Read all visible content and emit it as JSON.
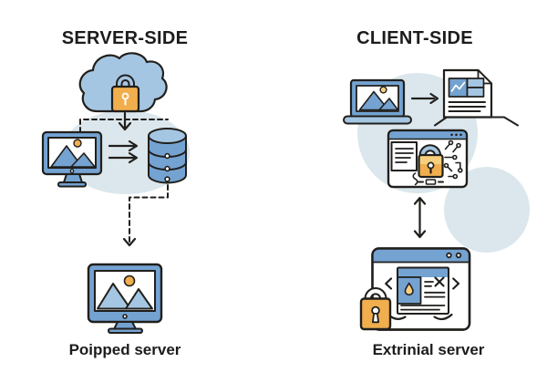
{
  "left_panel": {
    "title": "SERVER-SIDE",
    "caption": "Poipped server",
    "icons": [
      "locked-cloud-icon",
      "padlock-icon",
      "download-arrow-icon",
      "image-monitor-icon",
      "transfer-arrows-icon",
      "database-icon",
      "dashed-flow-connector",
      "dashed-arrow-icon",
      "server-monitor-icon"
    ]
  },
  "right_panel": {
    "title": "CLIENT-SIDE",
    "caption": "Extrinial server",
    "icons": [
      "image-laptop-icon",
      "right-arrow-icon",
      "image-document-icon",
      "document-tray-icon",
      "secure-browser-window-icon",
      "padlock-icon",
      "circuit-traces-icon",
      "document-card-icon",
      "sync-double-arrow-icon",
      "external-browser-window-icon",
      "mini-browser-icon",
      "droplet-icon",
      "close-x-icon",
      "chevron-left-icon",
      "chevron-right-icon"
    ]
  },
  "colors": {
    "ink": "#211f1c",
    "blue": "#74a3d2",
    "blue_light": "#a5c6e2",
    "orange": "#f0ae4d",
    "orange_light": "#f7cf7f",
    "circle_bg": "#dbe7ec",
    "text": "#1c1c1c",
    "background": "#ffffff"
  }
}
